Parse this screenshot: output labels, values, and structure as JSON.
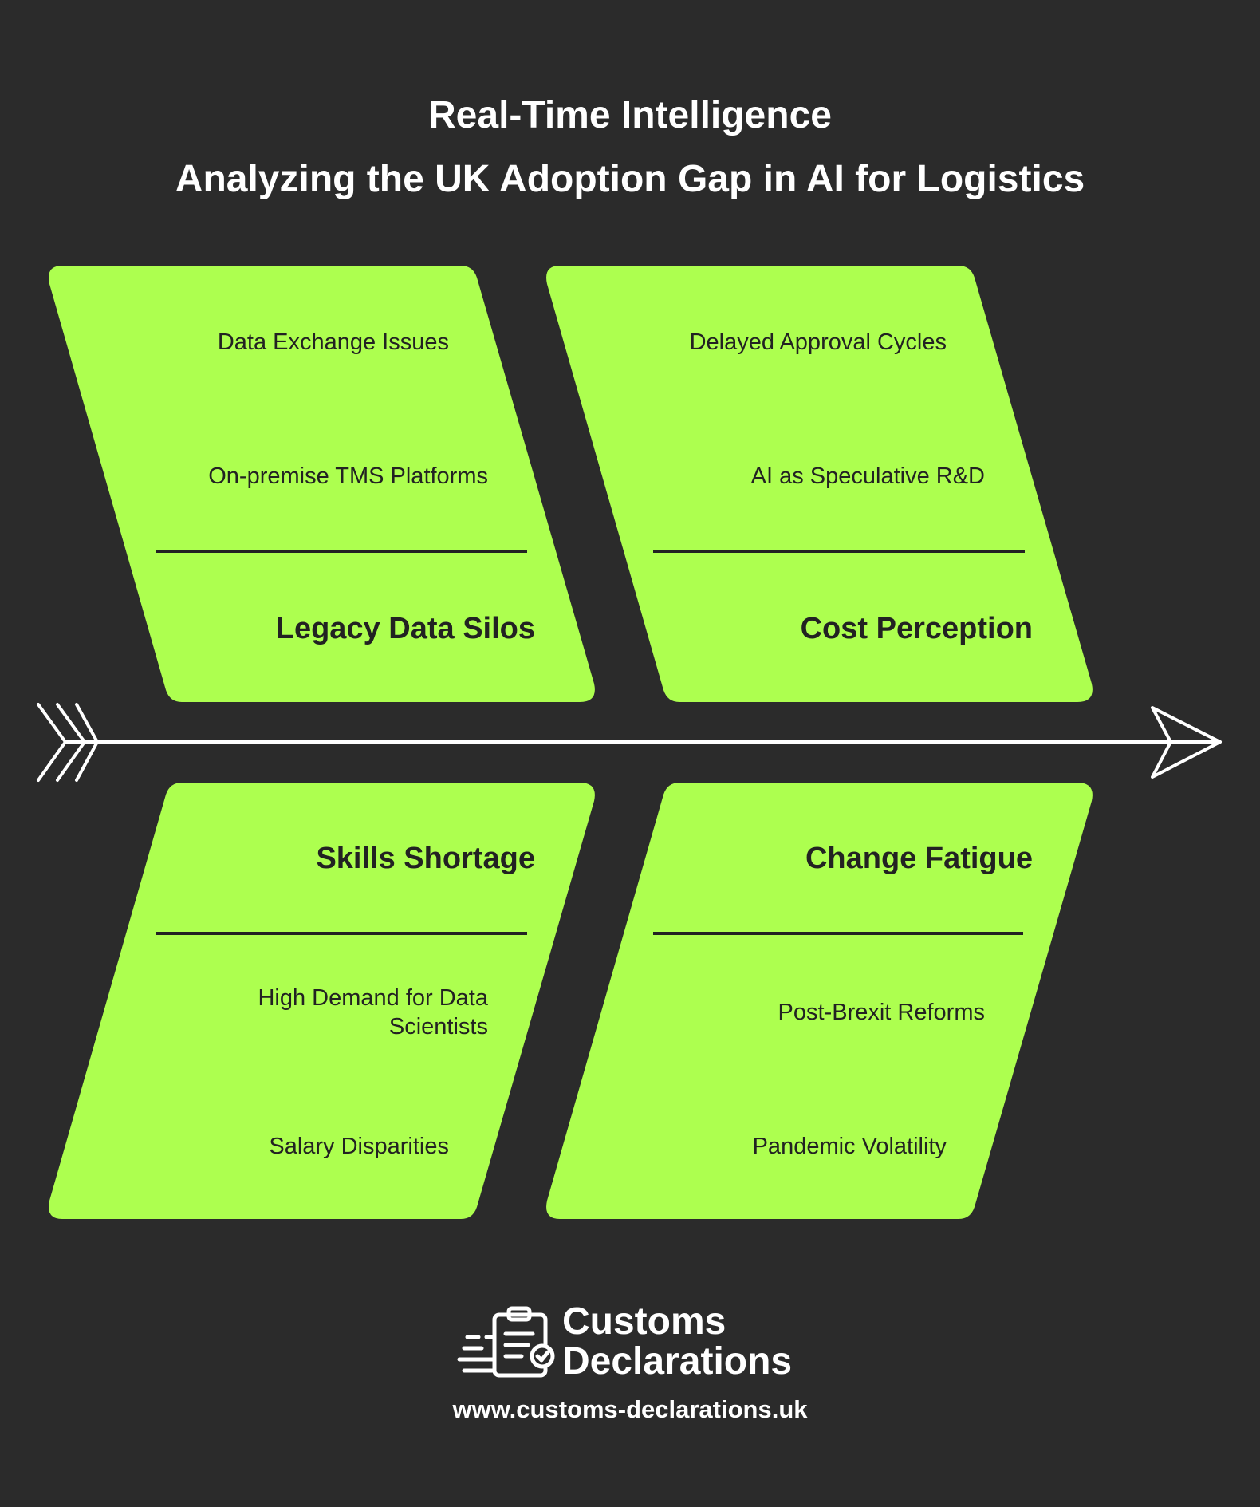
{
  "title": {
    "line1": "Real-Time Intelligence",
    "line2": "Analyzing the UK Adoption Gap in AI for Logistics"
  },
  "categories": [
    {
      "name": "Legacy Data Silos",
      "causes": [
        [
          "Data Exchange Issues"
        ],
        [
          "On-premise TMS Platforms"
        ]
      ]
    },
    {
      "name": "Cost Perception",
      "causes": [
        [
          "Delayed Approval Cycles"
        ],
        [
          "AI as Speculative R&D"
        ]
      ]
    },
    {
      "name": "Skills Shortage",
      "causes": [
        [
          "High Demand for Data",
          "Scientists"
        ],
        [
          "Salary Disparities"
        ]
      ]
    },
    {
      "name": "Change Fatigue",
      "causes": [
        [
          "Post-Brexit Reforms"
        ],
        [
          "Pandemic Volatility"
        ]
      ]
    }
  ],
  "brand": {
    "name_line1": "Customs",
    "name_line2": "Declarations",
    "url": "www.customs-declarations.uk",
    "logo_icon": "clipboard-check-icon"
  },
  "colors": {
    "background": "#2b2b2b",
    "card": "#adff4f",
    "text_dark": "#222222",
    "text_light": "#ffffff"
  }
}
